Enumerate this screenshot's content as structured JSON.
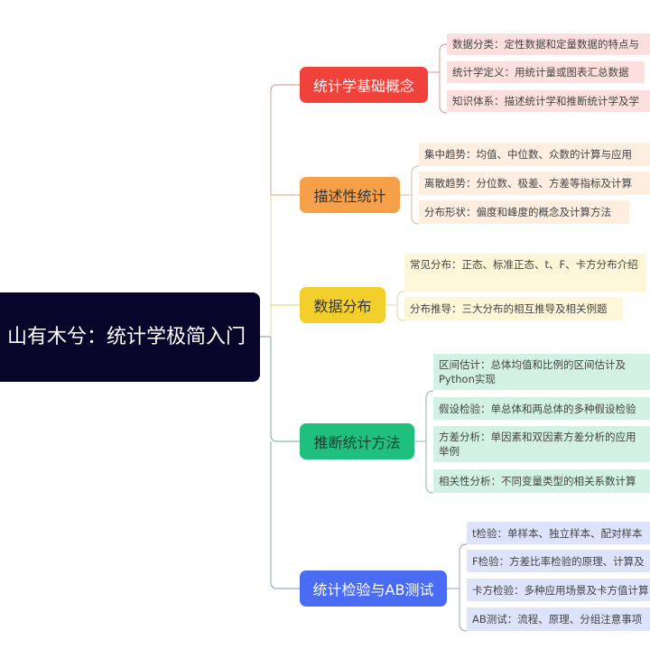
{
  "root": {
    "title": "山有木兮：统计学极简入门",
    "color": "#07052a"
  },
  "branches": [
    {
      "label": "统计学基础概念",
      "color": "#f0413a",
      "text_color": "#ffffff",
      "leaf_bg": "#fde0de",
      "leaves": [
        "数据分类：定性数据和定量数据的特点与",
        "统计学定义：用统计量或图表汇总数据",
        "知识体系：描述统计学和推断统计学及学"
      ]
    },
    {
      "label": "描述性统计",
      "color": "#f6a04a",
      "text_color": "#333333",
      "leaf_bg": "#fdeee0",
      "leaves": [
        "集中趋势：均值、中位数、众数的计算与应用",
        "离散趋势：分位数、极差、方差等指标及计算",
        "分布形状：偏度和峰度的概念及计算方法"
      ]
    },
    {
      "label": "数据分布",
      "color": "#f2cf2a",
      "text_color": "#333333",
      "leaf_bg": "#fdf6d8",
      "leaves": [
        "常见分布：正态、标准正态、t、F、卡方分布介绍",
        "分布推导：三大分布的相互推导及相关例题"
      ]
    },
    {
      "label": "推断统计方法",
      "color": "#1fbf7e",
      "text_color": "#1d3b2e",
      "leaf_bg": "#d2f1e4",
      "leaves": [
        "区间估计：总体均值和比例的区间估计及Python实现",
        "假设检验：单总体和两总体的多种假设检验",
        "方差分析：单因素和双因素方差分析的应用举例",
        "相关性分析：不同变量类型的相关系数计算"
      ]
    },
    {
      "label": "统计检验与AB测试",
      "color": "#4a6cf5",
      "text_color": "#ffffff",
      "leaf_bg": "#dde3fb",
      "leaves": [
        "t检验：单样本、独立样本、配对样本",
        "F检验：方差比率检验的原理、计算及",
        "卡方检验：多种应用场景及卡方值计算",
        "AB测试：流程、原理、分组注意事项"
      ]
    }
  ]
}
